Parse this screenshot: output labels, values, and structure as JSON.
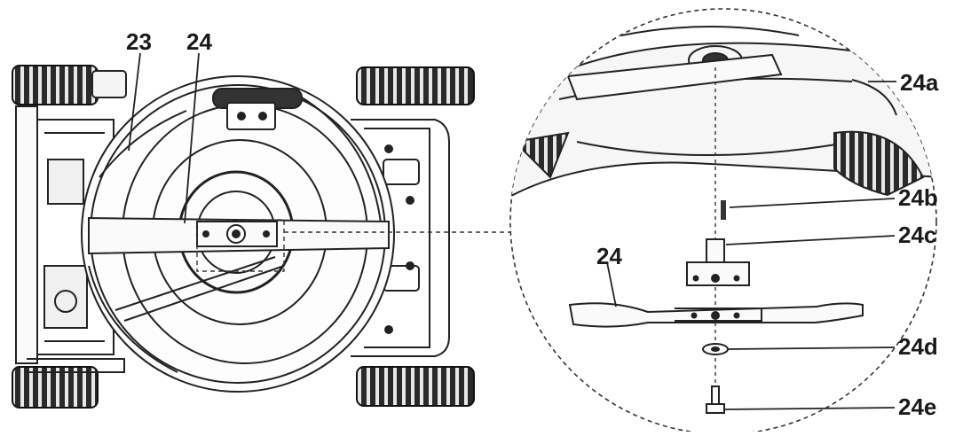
{
  "labels": {
    "deck": "23",
    "blade_left": "24",
    "blade_detail": "24",
    "blade_adapter_housing": "24a",
    "pin": "24b",
    "blade_adapter": "24c",
    "washer": "24d",
    "bolt": "24e"
  }
}
